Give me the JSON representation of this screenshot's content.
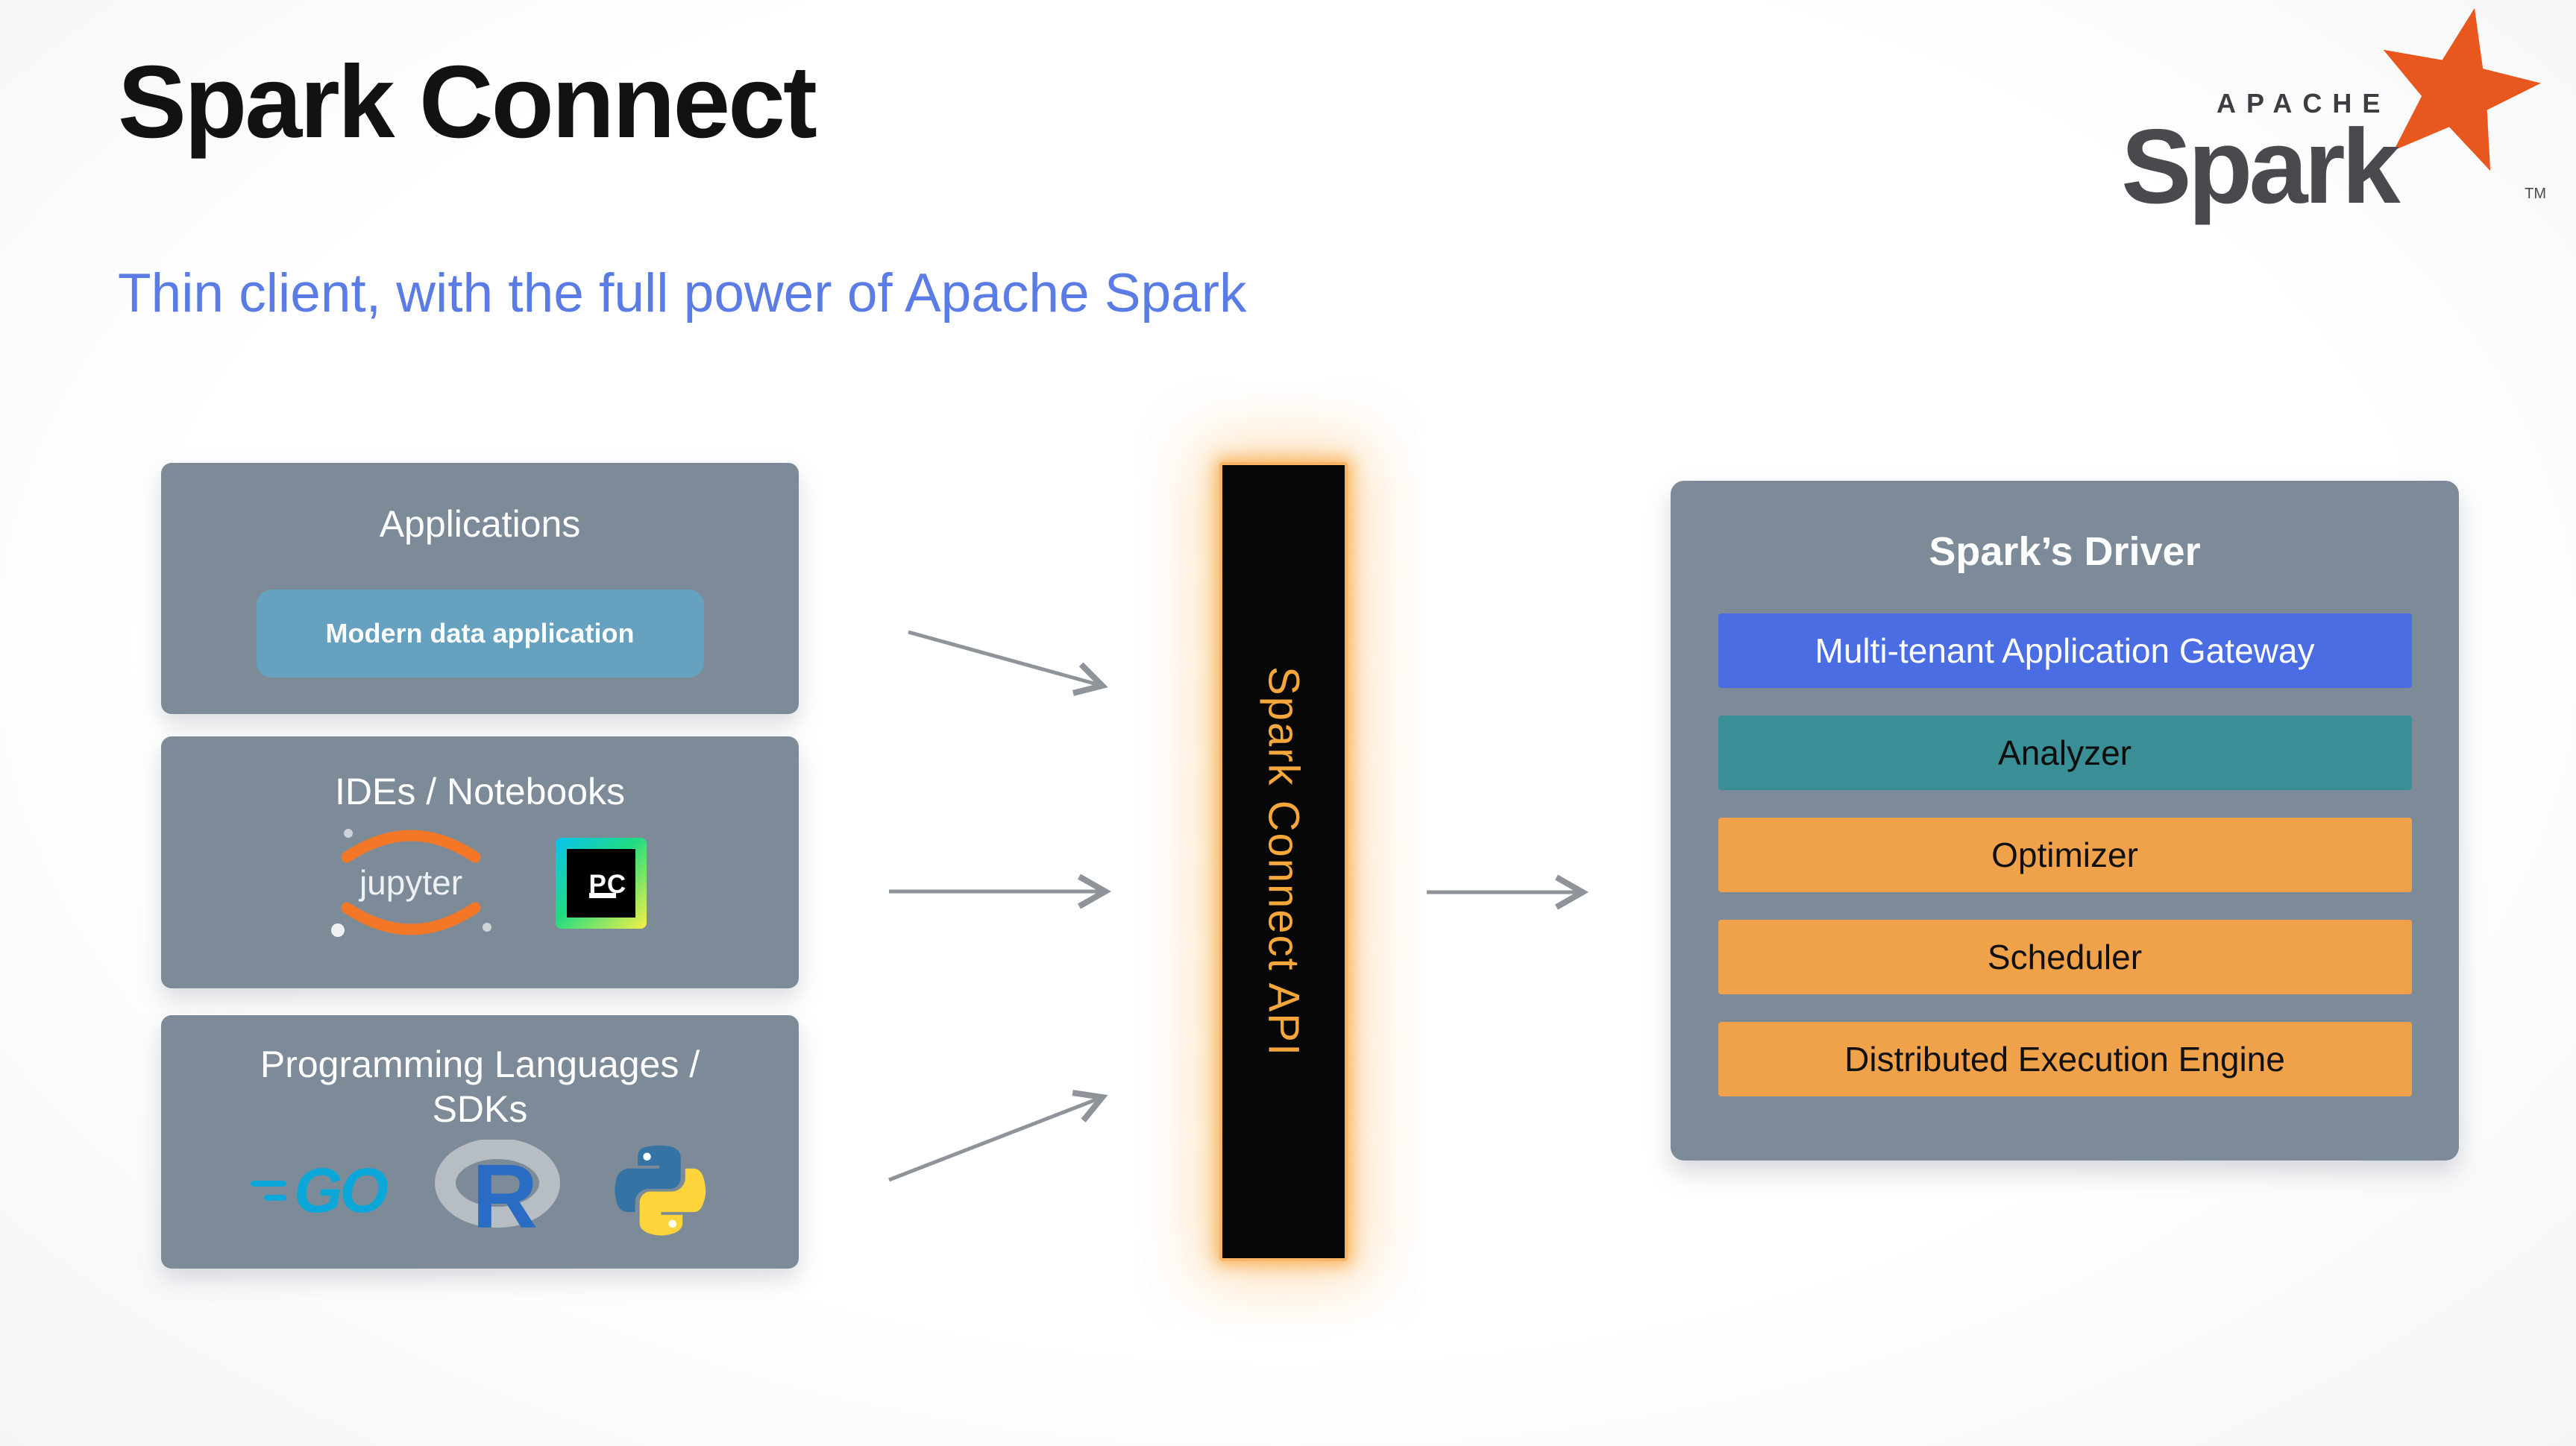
{
  "slide": {
    "title": "Spark Connect",
    "subtitle": "Thin client, with the full power of Apache Spark"
  },
  "brand": {
    "apache": "APACHE",
    "spark": "Spark",
    "tm": "TM"
  },
  "sources": [
    {
      "title": "Applications",
      "chip": "Modern data application"
    },
    {
      "title": "IDEs / Notebooks",
      "jupyter_label": "jupyter",
      "pycharm_label": "PC"
    },
    {
      "title_line1": "Programming Languages /",
      "title_line2": "SDKs",
      "go_label": "GO",
      "r_label": "R"
    }
  ],
  "connector": {
    "label": "Spark Connect API"
  },
  "driver": {
    "title": "Spark’s Driver",
    "rows": [
      {
        "label": "Multi-tenant Application Gateway"
      },
      {
        "label": "Analyzer"
      },
      {
        "label": "Optimizer"
      },
      {
        "label": "Scheduler"
      },
      {
        "label": "Distributed Execution Engine"
      }
    ]
  },
  "icons": {
    "spark_star": "spark-star-icon",
    "jupyter": "jupyter-icon",
    "pycharm": "pycharm-icon",
    "go": "go-logo-icon",
    "r": "r-logo-icon",
    "python": "python-icon",
    "arrow": "flow-arrow"
  },
  "colors": {
    "subtitle_blue": "#5b7ce4",
    "box_gray": "#7d8b98",
    "chip_blue": "#66a1c0",
    "connector_bg": "#070707",
    "connector_text": "#f5a73b",
    "connector_glow": "#f9b566",
    "row_blue": "#4a6de4",
    "row_teal": "#3a8e96",
    "row_orange": "#f0a24b",
    "arrow_gray": "#8e9499",
    "spark_orange": "#e8571e",
    "spark_gray": "#4b494e"
  }
}
